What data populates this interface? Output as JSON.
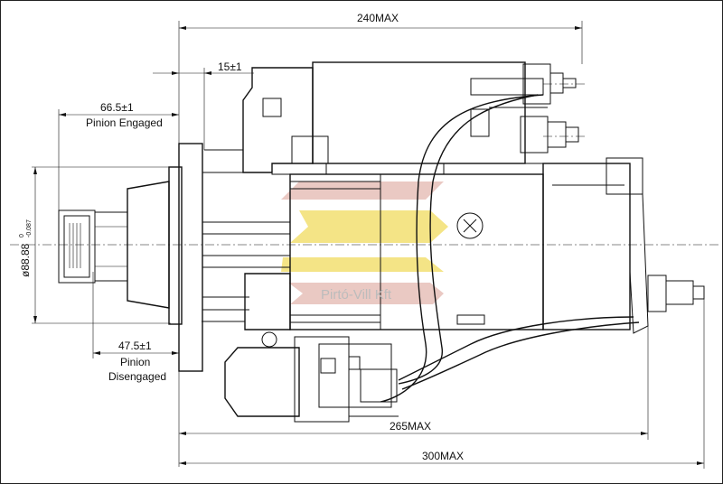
{
  "dimensions": {
    "d240": "240MAX",
    "d15": "15±1",
    "d66": "66.5±1",
    "pinion_engaged": "Pinion Engaged",
    "d47": "47.5±1",
    "pinion_disengaged_1": "Pinion",
    "pinion_disengaged_2": "Disengaged",
    "d265": "265MAX",
    "d300": "300MAX",
    "diameter_main": "ø88.88",
    "diameter_tol_upper": "0",
    "diameter_tol_lower": "-0.087"
  },
  "watermark": {
    "text": "Pirtó-Vill Kft",
    "colors": {
      "red": "#e8c4bd",
      "yellow": "#f3e27a"
    }
  }
}
